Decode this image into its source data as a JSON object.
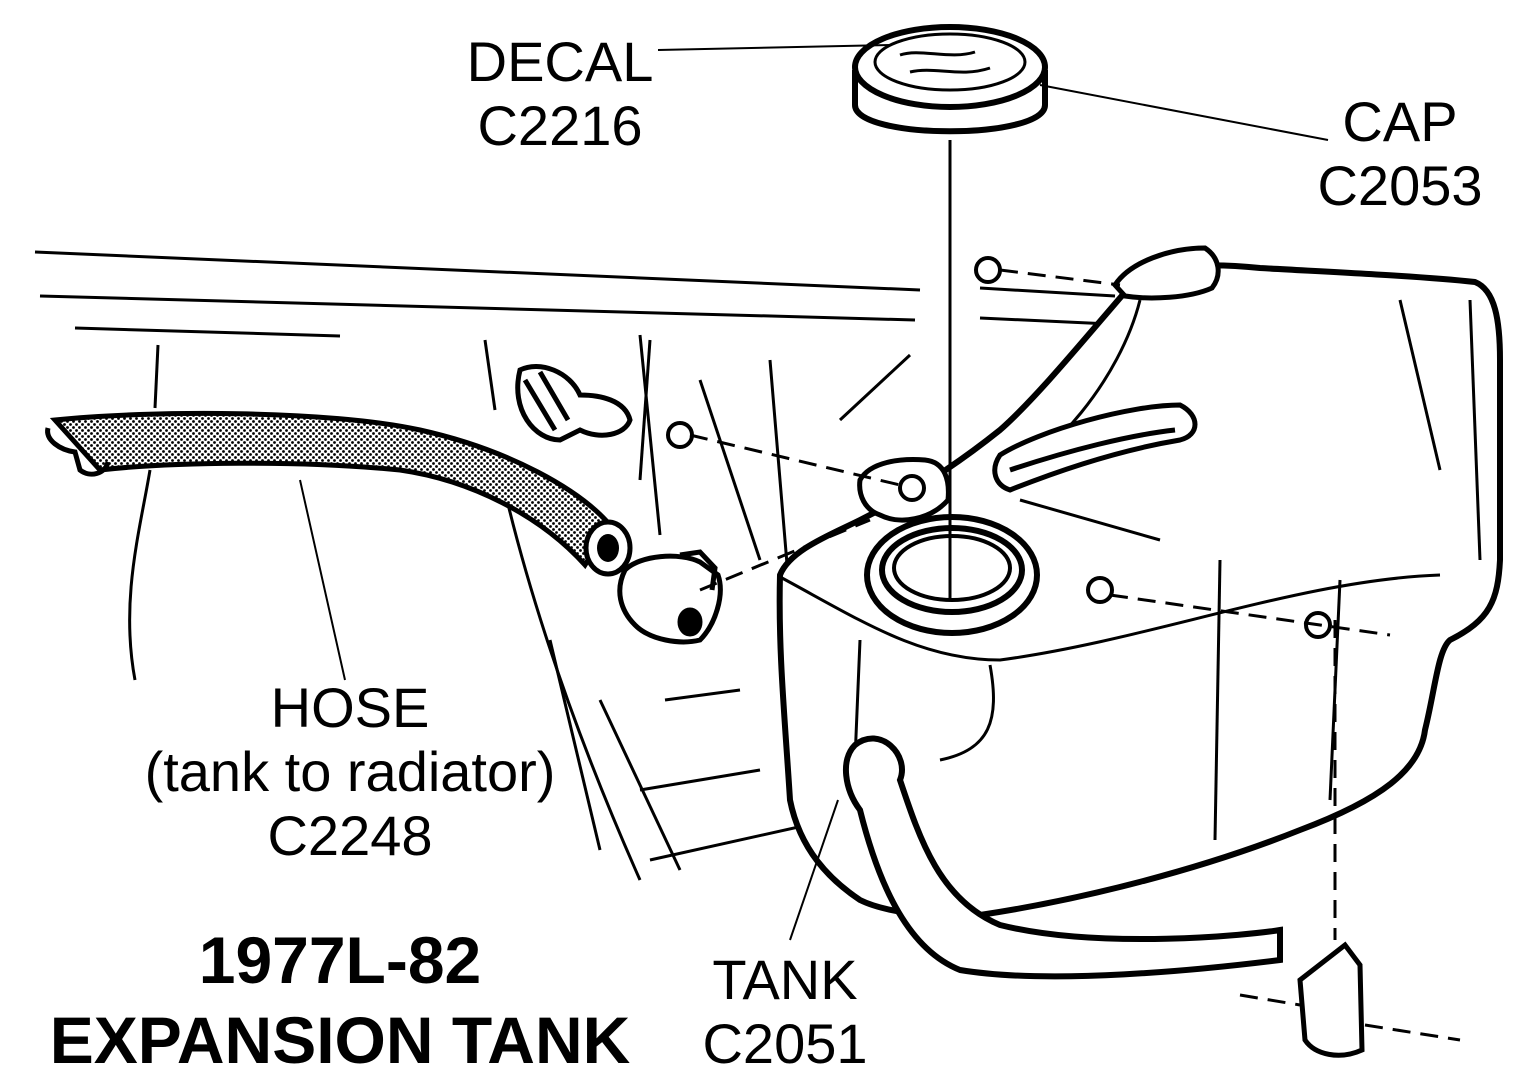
{
  "labels": {
    "decal": {
      "name": "DECAL",
      "part": "C2216"
    },
    "cap": {
      "name": "CAP",
      "part": "C2053"
    },
    "hose": {
      "name": "HOSE",
      "note": "(tank to radiator)",
      "part": "C2248"
    },
    "tank": {
      "name": "TANK",
      "part": "C2051"
    }
  },
  "title": {
    "line1": "1977L-82",
    "line2": "EXPANSION TANK"
  },
  "colors": {
    "ink": "#000000",
    "paper": "#ffffff",
    "hose_fill": "#9a9a9a"
  }
}
